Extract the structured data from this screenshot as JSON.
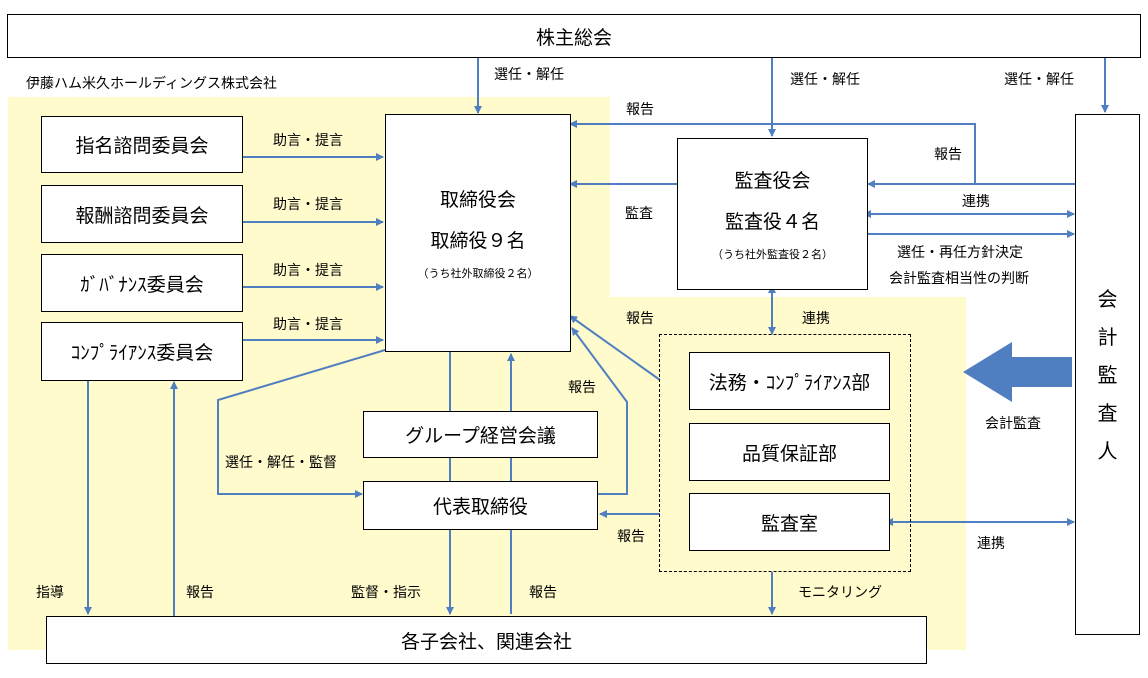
{
  "company_label": "伊藤ハム米久ホールディングス株式会社",
  "nodes": {
    "shareholders": "株主総会",
    "nomination": "指名諮問委員会",
    "remuneration": "報酬諮問委員会",
    "governance": "ｶﾞﾊﾞﾅﾝｽ委員会",
    "compliance": "ｺﾝﾌﾟﾗｲｱﾝｽ委員会",
    "board": {
      "line1": "取締役会",
      "line2": "取締役９名",
      "sub": "（うち社外取締役２名）"
    },
    "auditors": {
      "line1": "監査役会",
      "line2": "監査役４名",
      "sub": "（うち社外監査役２名）"
    },
    "group_mgmt": "グループ経営会議",
    "president": "代表取締役",
    "legal": "法務・ｺﾝﾌﾟﾗｲｱﾝｽ部",
    "quality": "品質保証部",
    "audit_office": "監査室",
    "subsidiaries": "各子会社、関連会社",
    "accounting_auditor": [
      "会",
      "計",
      "監",
      "査",
      "人"
    ]
  },
  "labels": {
    "elect_dismiss": "選任・解任",
    "advice": "助言・提言",
    "report": "報告",
    "audit": "監査",
    "cooperation": "連携",
    "policy": "選任・再任方針決定",
    "appropriateness": "会計監査相当性の判断",
    "elect_dismiss_supervise": "選任・解任・監督",
    "accounting_audit": "会計監査",
    "guidance": "指導",
    "supervise_instruct": "監督・指示",
    "monitoring": "モニタリング"
  },
  "colors": {
    "arrow": "#4F7FC1",
    "region": "#FFFBCC"
  }
}
